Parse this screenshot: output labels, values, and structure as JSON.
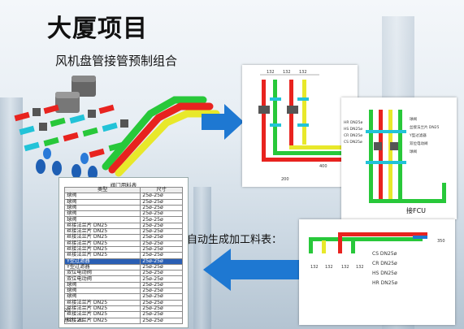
{
  "page": {
    "title": "大厦项目",
    "subtitle": "风机盘管接管预制组合",
    "auto_label": "自动生成加工料表："
  },
  "colors": {
    "red": "#e8231f",
    "green": "#28c83a",
    "yellow": "#e8e82a",
    "blue_arrow": "#1e78d2",
    "cyan": "#22c3d8"
  },
  "material_table": {
    "title": "阀门用料表",
    "headers": [
      "类型",
      "尺寸"
    ],
    "rows": [
      [
        "球阀",
        "25ø-25ø"
      ],
      [
        "球阀",
        "25ø-25ø"
      ],
      [
        "球阀",
        "25ø-25ø"
      ],
      [
        "球阀",
        "25ø-25ø"
      ],
      [
        "球阀",
        "25ø-25ø"
      ],
      [
        "丝接法兰片 DN25",
        "25ø-25ø"
      ],
      [
        "丝接法兰片 DN25",
        "25ø-25ø"
      ],
      [
        "丝接法兰片 DN25",
        "25ø-25ø"
      ],
      [
        "丝接法兰片 DN25",
        "25ø-25ø"
      ],
      [
        "丝接法兰片 DN25",
        "25ø-25ø"
      ],
      [
        "丝接法兰片 DN25",
        "25ø-25ø"
      ],
      [
        "Y型过滤器",
        "25ø-25ø"
      ],
      [
        "Y型过滤器",
        "25ø-25ø"
      ],
      [
        "双位电动阀",
        "25ø-25ø"
      ],
      [
        "双位电动阀",
        "25ø-25ø"
      ],
      [
        "球阀",
        "25ø-25ø"
      ],
      [
        "球阀",
        "25ø-25ø"
      ],
      [
        "球阀",
        "25ø-25ø"
      ],
      [
        "丝接法兰片 DN25",
        "25ø-25ø"
      ],
      [
        "丝接法兰片 DN25",
        "25ø-25ø"
      ],
      [
        "丝接法兰片 DN25",
        "25ø-25ø"
      ],
      [
        "丝接法兰片 DN25",
        "25ø-25ø"
      ]
    ],
    "selected_row_index": 11,
    "count_label": "20",
    "total_label": "总计: 20"
  },
  "drawing_labels": {
    "dims_top": [
      "132",
      "132",
      "132"
    ],
    "legend": [
      "CS  DN25ø",
      "CR  DN25ø",
      "HS  DN25ø",
      "HR  DN25ø"
    ],
    "mid_legend": [
      "HR DN25ø",
      "HS DN25ø",
      "CR DN25ø",
      "CS DN25ø"
    ],
    "mid_notes": [
      "球阀",
      "丝接法兰片 DN25",
      "Y型过滤器",
      "双位电动阀",
      "球阀"
    ],
    "fcu_label": "接FCU",
    "dims_bottom": [
      "132",
      "132",
      "132",
      "132"
    ],
    "dim_misc": [
      "200",
      "400",
      "350"
    ]
  }
}
